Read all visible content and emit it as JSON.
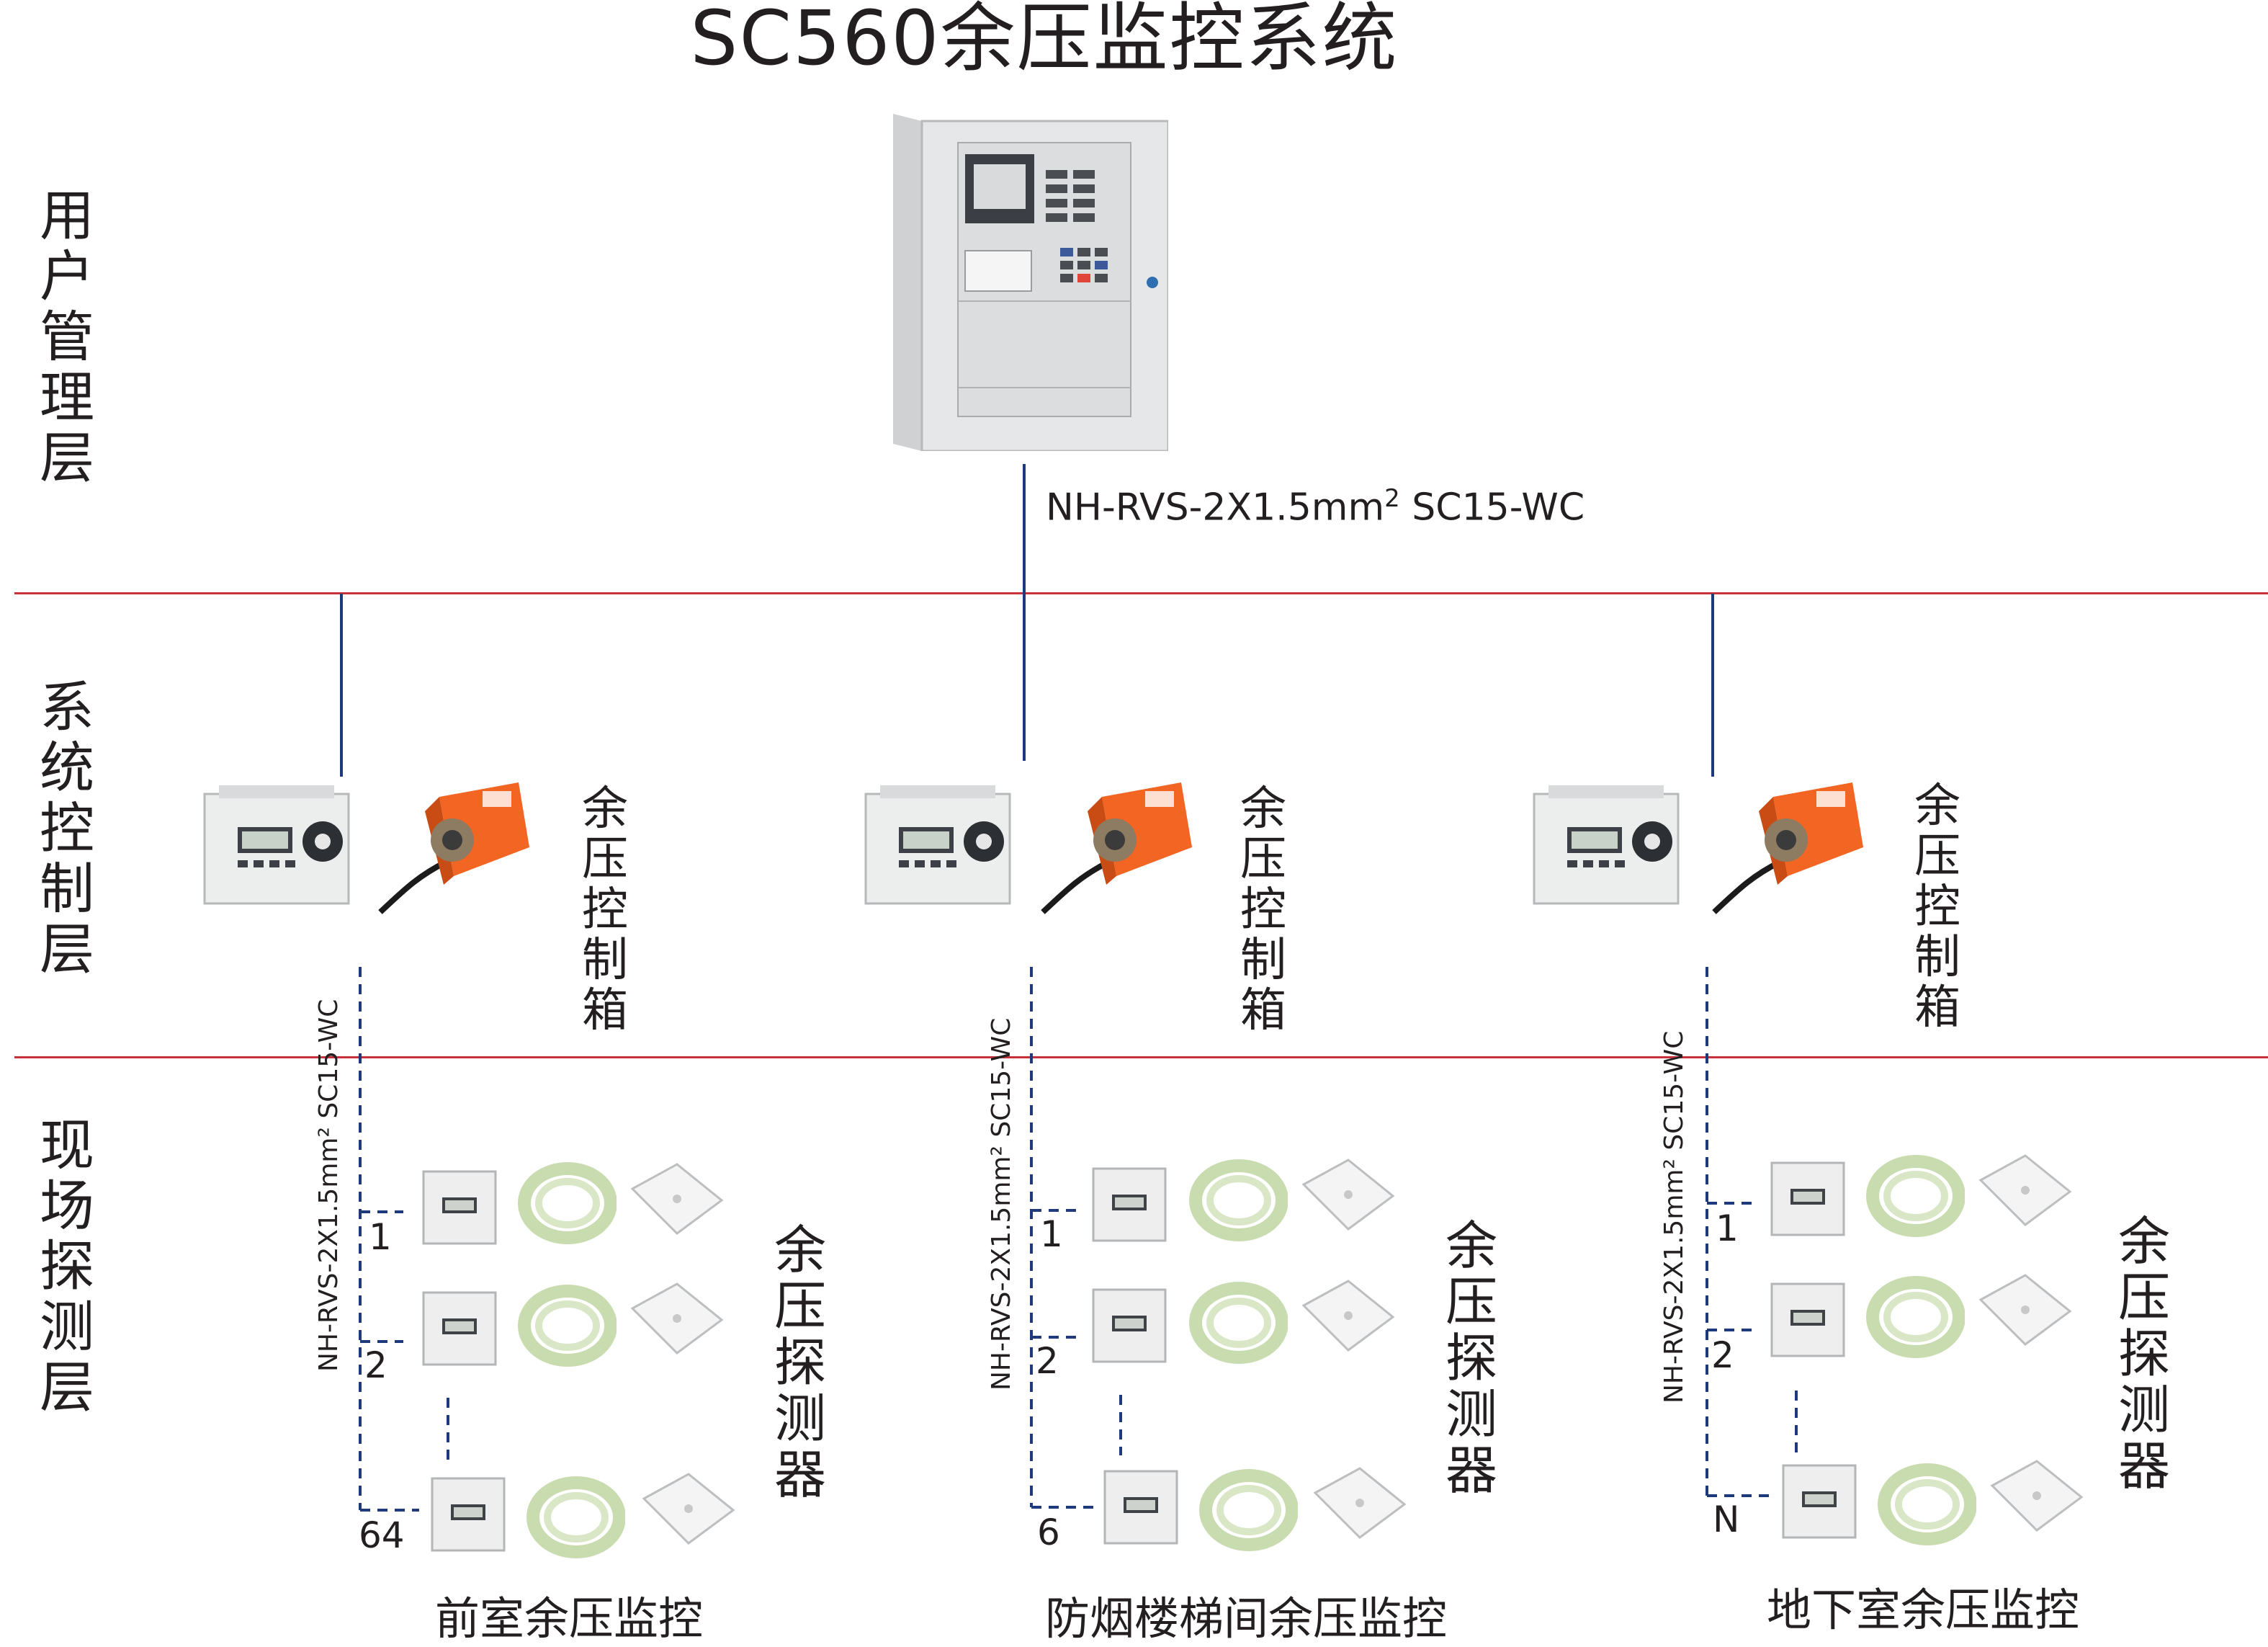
{
  "title": "SC560余压监控系统",
  "layers": {
    "user_mgmt": "用户管理层",
    "system_ctrl": "系统控制层",
    "field_detect": "现场探测层"
  },
  "cables": {
    "main": "NH-RVS-2X1.5mm",
    "main_sup": "2",
    "main_tail": "SC15-WC",
    "branch": "NH-RVS-2X1.5mm² SC15-WC"
  },
  "groups": [
    {
      "control_label": "余压控制箱",
      "detector_label": "余压探测器",
      "numbers": [
        "1",
        "2",
        "64"
      ],
      "caption": "前室余压监控"
    },
    {
      "control_label": "余压控制箱",
      "detector_label": "余压探测器",
      "numbers": [
        "1",
        "2",
        "6"
      ],
      "caption": "防烟楼梯间余压监控"
    },
    {
      "control_label": "余压控制箱",
      "detector_label": "余压探测器",
      "numbers": [
        "1",
        "2",
        "N"
      ],
      "caption": "地下室余压监控"
    }
  ],
  "colors": {
    "divider": "#c8323c",
    "bus_line": "#1f3a7a",
    "actuator": "#f26522",
    "panel": "#e6e7e8"
  },
  "icons": {
    "cabinet": "control-cabinet-icon",
    "module": "control-module-icon",
    "actuator": "damper-actuator-icon",
    "detector": "pressure-detector-icon",
    "tube": "air-tube-icon",
    "plate": "sensor-plate-icon"
  }
}
